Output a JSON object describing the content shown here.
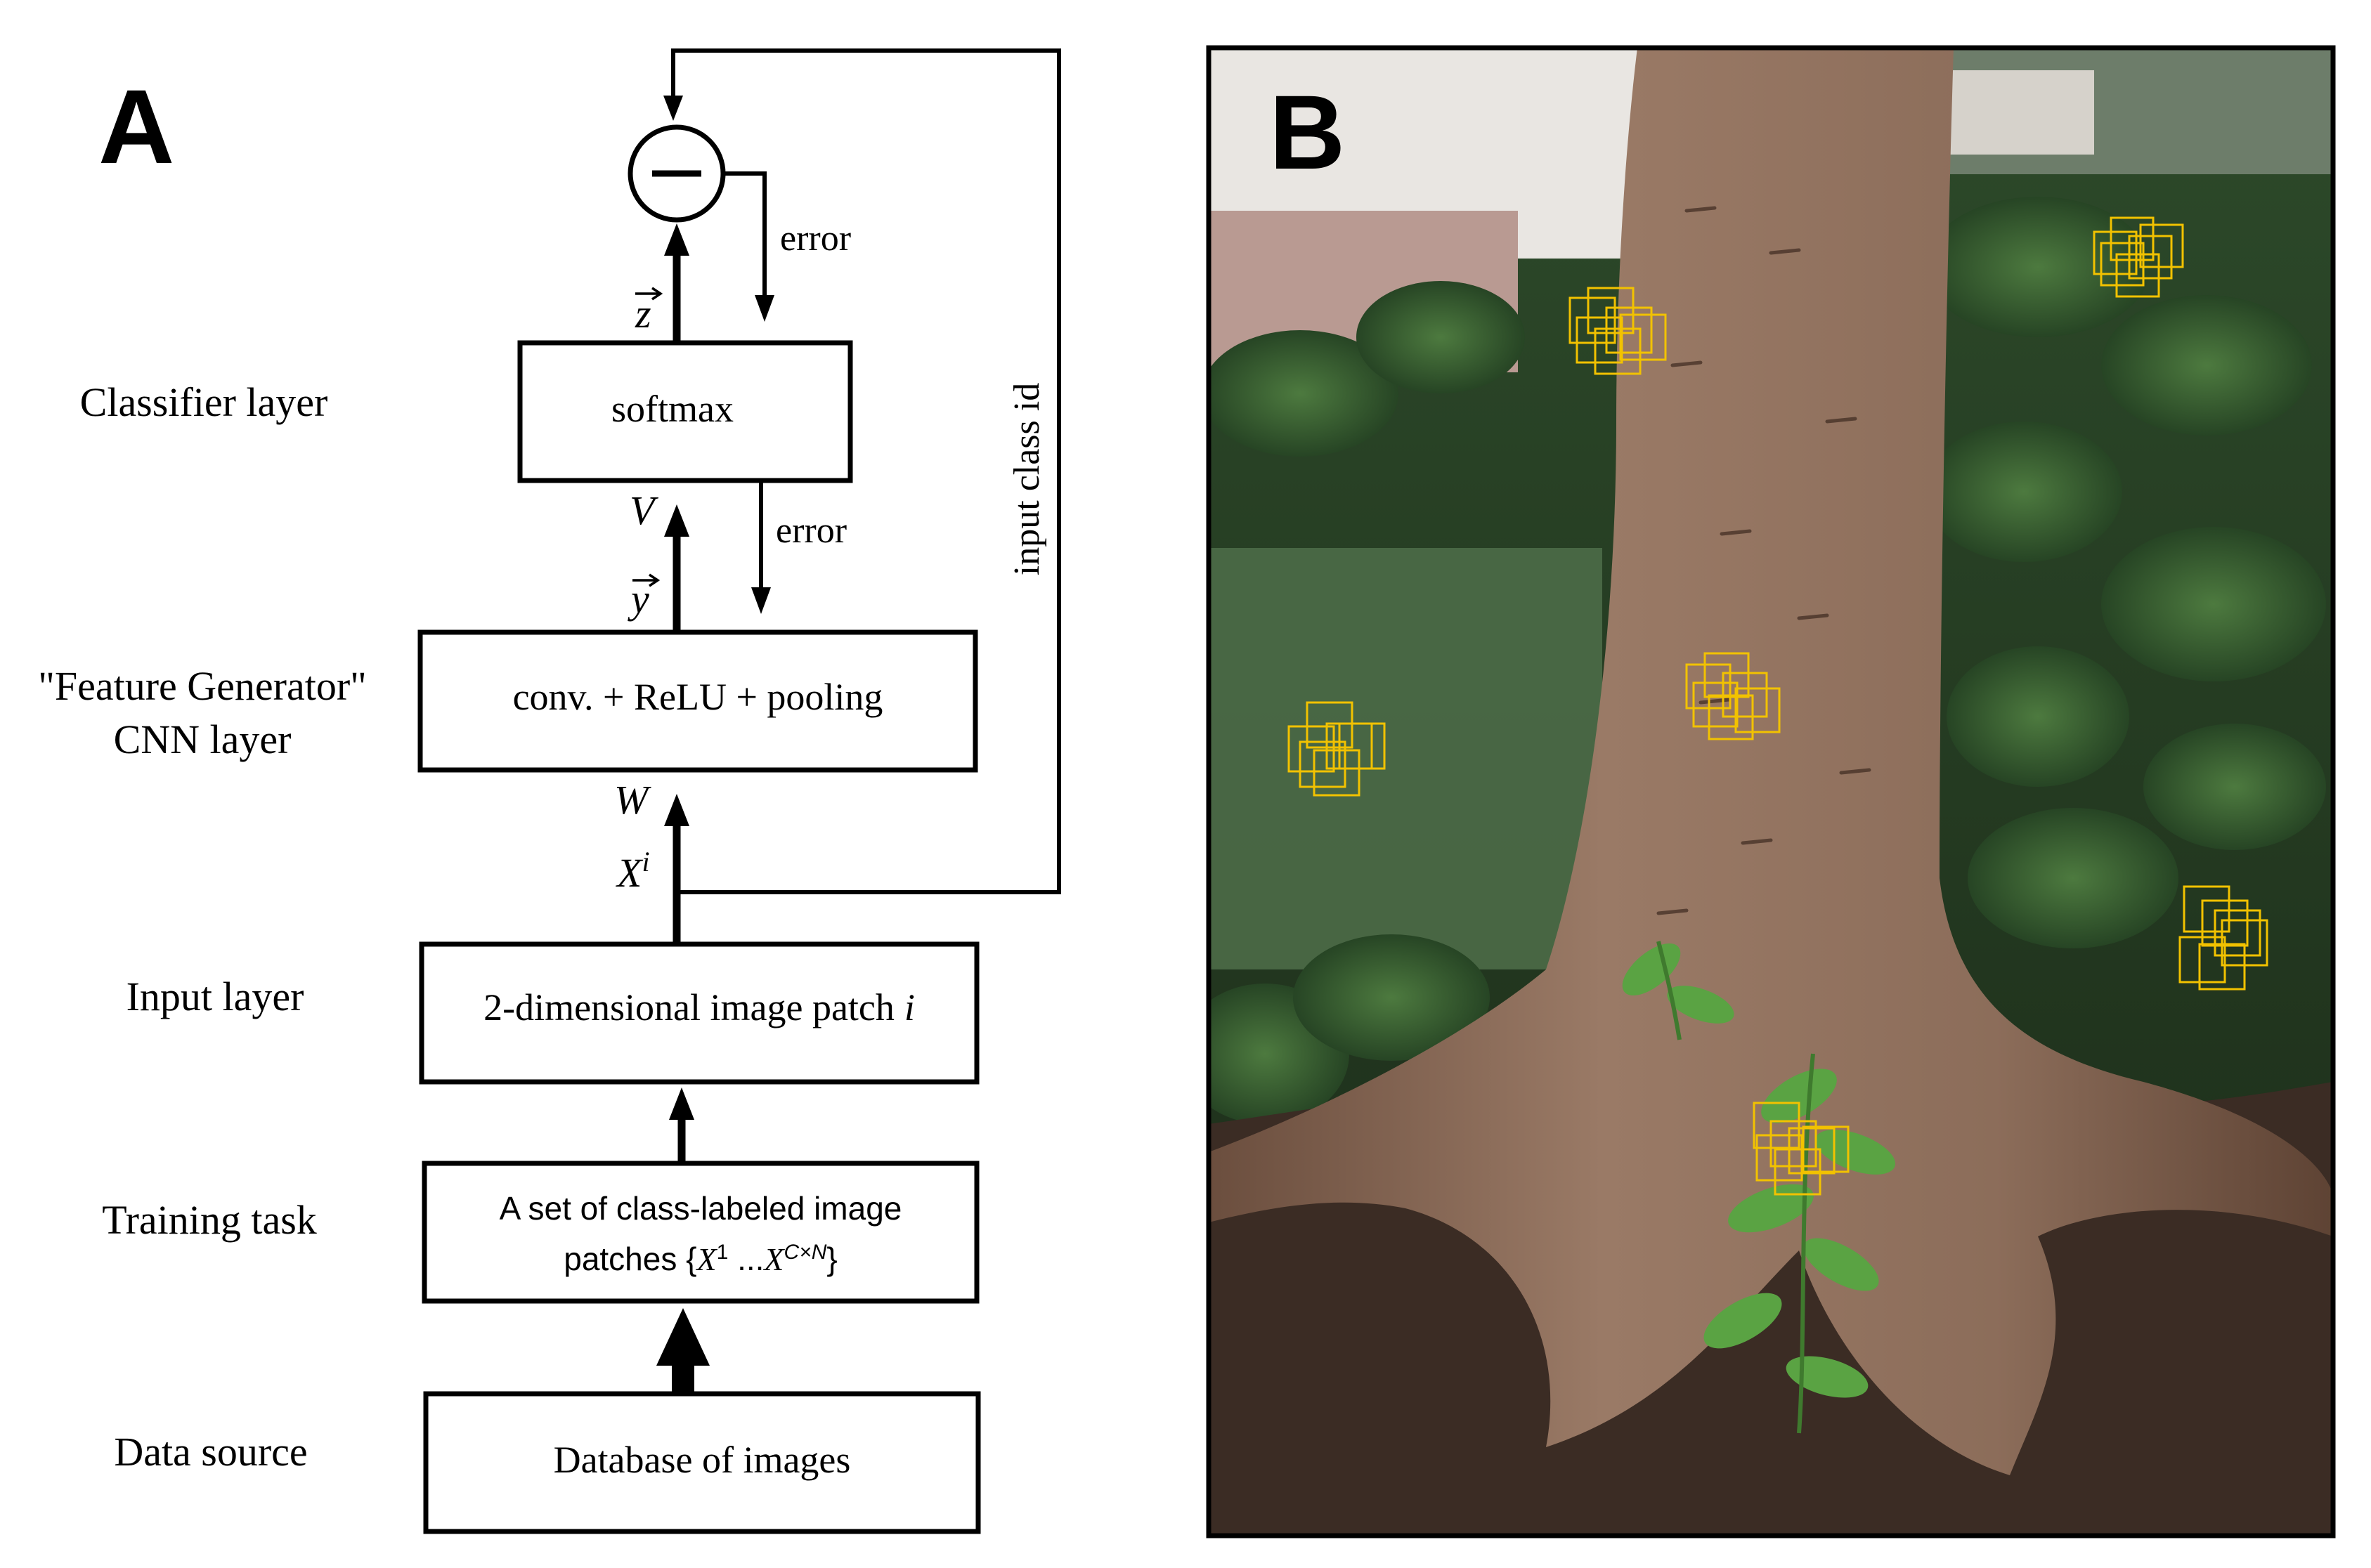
{
  "panel_a": {
    "letter": "A",
    "rows": {
      "classifier": "Classifier layer",
      "feature_generator_line1": "\"Feature Generator\"",
      "feature_generator_line2": "CNN layer",
      "input": "Input layer",
      "training": "Training task",
      "data": "Data source"
    },
    "boxes": {
      "softmax": "softmax",
      "conv": "conv. + ReLU + pooling",
      "patch_text": "2-dimensional image patch",
      "patch_var": "i",
      "set_line1": "A set of class-labeled image",
      "set_line2_prefix": "patches {",
      "set_x1": "X",
      "set_sup1": "1",
      "set_ellipsis": " ...",
      "set_x2": "X",
      "set_sup2": "C×N",
      "set_suffix": "}",
      "database": "Database of images"
    },
    "variables": {
      "z": "z",
      "v": "V",
      "y": "y",
      "w": "W",
      "x": "X",
      "x_sup": "i"
    },
    "edge_labels": {
      "error_top": "error",
      "error_mid": "error",
      "input_class_id": "input class id",
      "subtract_symbol": "−"
    }
  },
  "panel_b": {
    "letter": "B"
  },
  "colors": {
    "stroke": "#000000",
    "patch_box": "#f2c200",
    "foliage_dark": "#1f3a1f",
    "trunk": "#8a6a55",
    "soil": "#3b2c24"
  }
}
